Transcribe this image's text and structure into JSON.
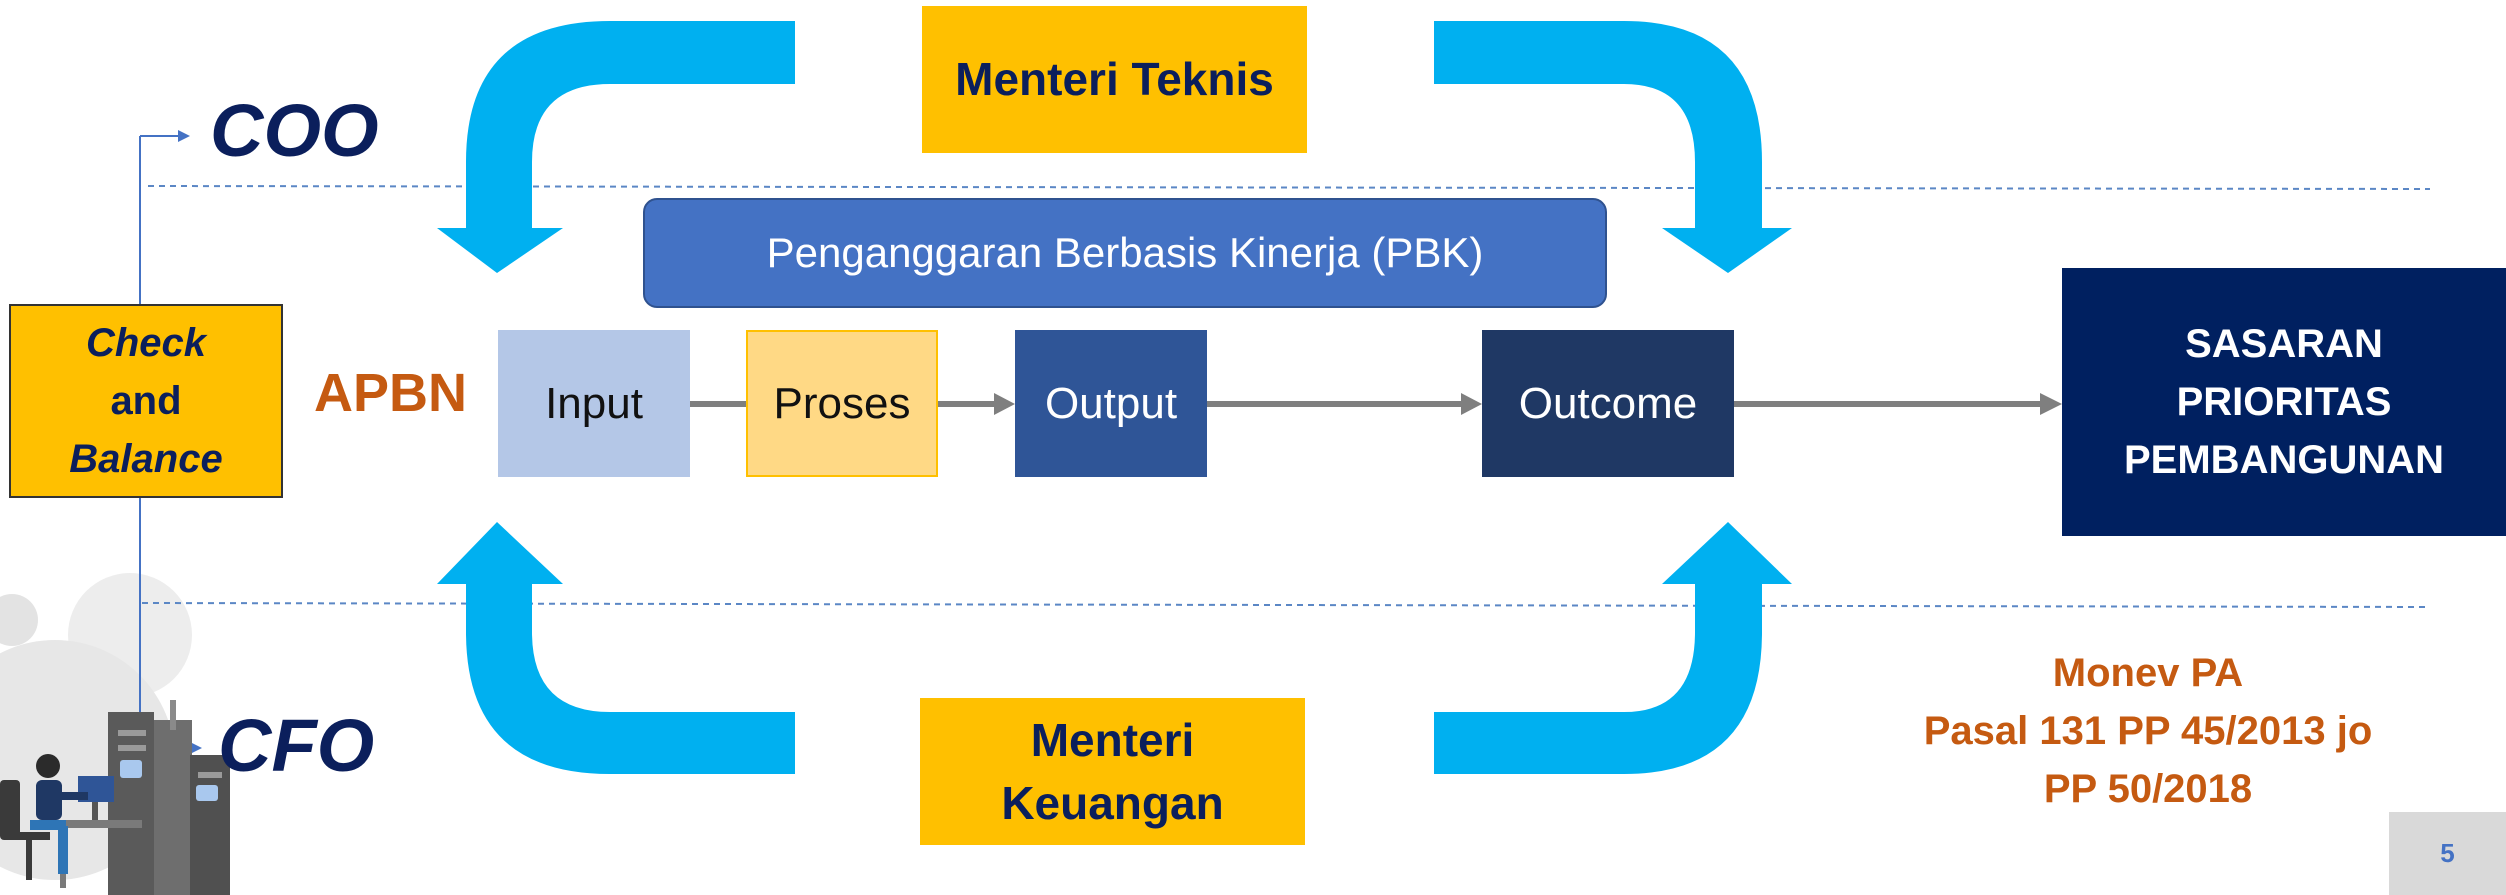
{
  "top_box": {
    "label": "Menteri Teknis"
  },
  "bottom_box": {
    "line1": "Menteri",
    "line2": "Keuangan"
  },
  "pbk": {
    "label": "Penganggaran Berbasis Kinerja (PBK)"
  },
  "flow": {
    "source": "APBN",
    "stages": [
      "Input",
      "Proses",
      "Output",
      "Outcome"
    ]
  },
  "target": {
    "line1": "SASARAN",
    "line2": "PRIORITAS",
    "line3": "PEMBANGUNAN"
  },
  "check_balance": {
    "line1": "Check",
    "line2": "and",
    "line3": "Balance"
  },
  "roles": {
    "coo": "COO",
    "cfo": "CFO"
  },
  "monev": {
    "line1": "Monev PA",
    "line2": "Pasal 131 PP 45/2013 jo",
    "line3": "PP 50/2018"
  },
  "slide": {
    "page_number": "5"
  },
  "colors": {
    "arrow_blue": "#00B0F0",
    "yellow": "#FFC000",
    "navy": "#002060",
    "orange_text": "#C55A11",
    "pbk_blue": "#4472C4"
  }
}
